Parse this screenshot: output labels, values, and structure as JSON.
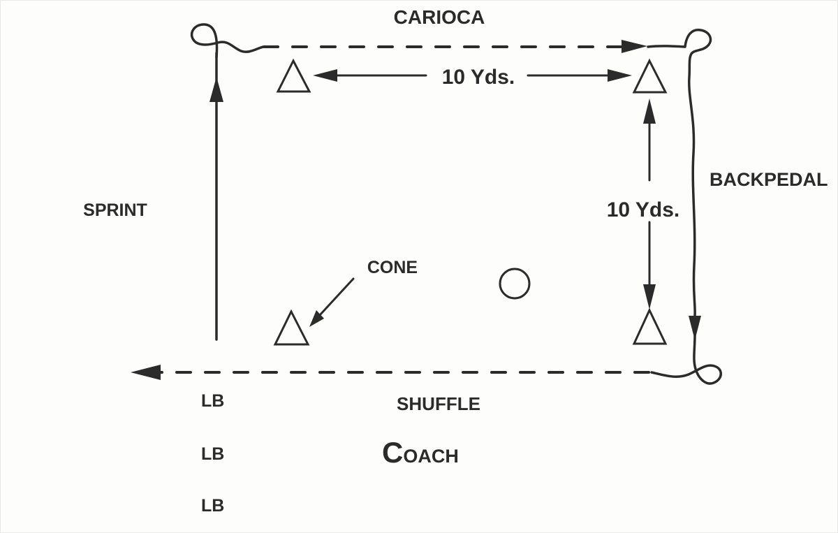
{
  "drill_diagram": {
    "movements": {
      "top": "CARIOCA",
      "right": "BACKPEDAL",
      "bottom": "SHUFFLE",
      "left": "SPRINT"
    },
    "distances": {
      "top": "10 Yds.",
      "right": "10 Yds."
    },
    "cone_callout_label": "CONE",
    "coach_label": {
      "first_letter": "C",
      "rest": "OACH"
    },
    "linebackers": [
      "LB",
      "LB",
      "LB"
    ],
    "markers": {
      "cone_marker": "triangle-cone-icon",
      "coach_marker": "circle-icon",
      "turn_marker": "pigtail-loop"
    },
    "colors": {
      "ink": "#2b2b2b",
      "background": "#fdfdfc"
    }
  }
}
